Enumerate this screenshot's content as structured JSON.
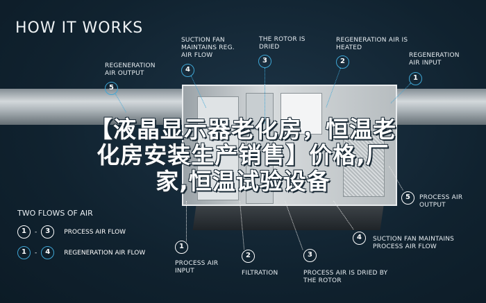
{
  "title": "HOW IT WORKS",
  "top_callouts": [
    {
      "num": "5",
      "text": "REGENERATION AIR OUTPUT"
    },
    {
      "num": "4",
      "text": "SUCTION FAN MAINTAINS REG. AIR FLOW"
    },
    {
      "num": "3",
      "text": "THE ROTOR IS DRIED"
    },
    {
      "num": "2",
      "text": "REGENERATION AIR IS HEATED"
    },
    {
      "num": "1",
      "text": "REGENERATION AIR INPUT"
    }
  ],
  "bottom_callouts": [
    {
      "num": "1",
      "text": "PROCESS AIR INPUT"
    },
    {
      "num": "2",
      "text": "FILTRATION"
    },
    {
      "num": "3",
      "text": "PROCESS AIR IS DRIED BY THE ROTOR"
    },
    {
      "num": "4",
      "text": "SUCTION FAN MAINTAINS PROCESS AIR FLOW"
    },
    {
      "num": "5",
      "text": "PROCESS AIR OUTPUT"
    }
  ],
  "legend": {
    "title": "TWO FLOWS OF AIR",
    "items": [
      {
        "from": "1",
        "to": "3",
        "dash": "-",
        "label": "PROCESS AIR FLOW"
      },
      {
        "from": "1",
        "to": "4",
        "dash": "-",
        "label": "REGENERATION AIR FLOW"
      }
    ]
  },
  "overlay_lines": [
    "【液晶显示器老化房，恒温老",
    "化房安装生产销售】价格,厂",
    "家,恒温试验设备"
  ],
  "colors": {
    "background": "#10222f",
    "regeneration": "#3fa7d6",
    "process": "#ffffff"
  }
}
